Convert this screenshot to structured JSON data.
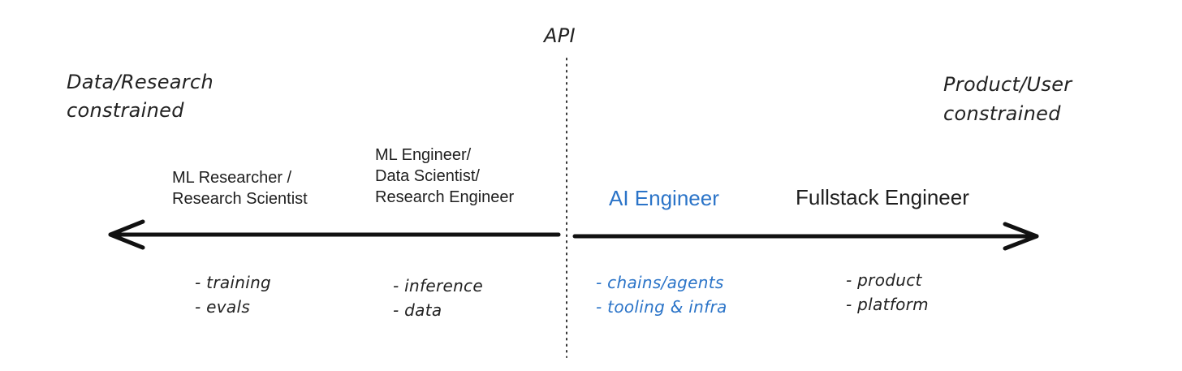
{
  "divider_label": "API",
  "left_pole": {
    "lines": [
      "Data/Research",
      "constrained"
    ]
  },
  "right_pole": {
    "lines": [
      "Product/User",
      "constrained"
    ]
  },
  "roles": [
    {
      "id": "ml-researcher",
      "lines": [
        "ML Researcher /",
        "Research Scientist"
      ],
      "tasks": [
        "- training",
        "- evals"
      ]
    },
    {
      "id": "ml-engineer",
      "lines": [
        "ML Engineer/",
        "Data Scientist/",
        "Research Engineer"
      ],
      "tasks": [
        "- inference",
        "- data"
      ]
    },
    {
      "id": "ai-engineer",
      "lines": [
        "AI Engineer"
      ],
      "tasks": [
        "- chains/agents",
        "- tooling & infra"
      ]
    },
    {
      "id": "fullstack-engineer",
      "lines": [
        "Fullstack Engineer"
      ],
      "tasks": [
        "- product",
        "- platform"
      ]
    }
  ],
  "colors": {
    "highlight": "#2b74c8",
    "ink": "#1f1f1f"
  },
  "icons": {
    "axis": "double-headed-arrow",
    "divider": "dotted-vertical-line"
  }
}
